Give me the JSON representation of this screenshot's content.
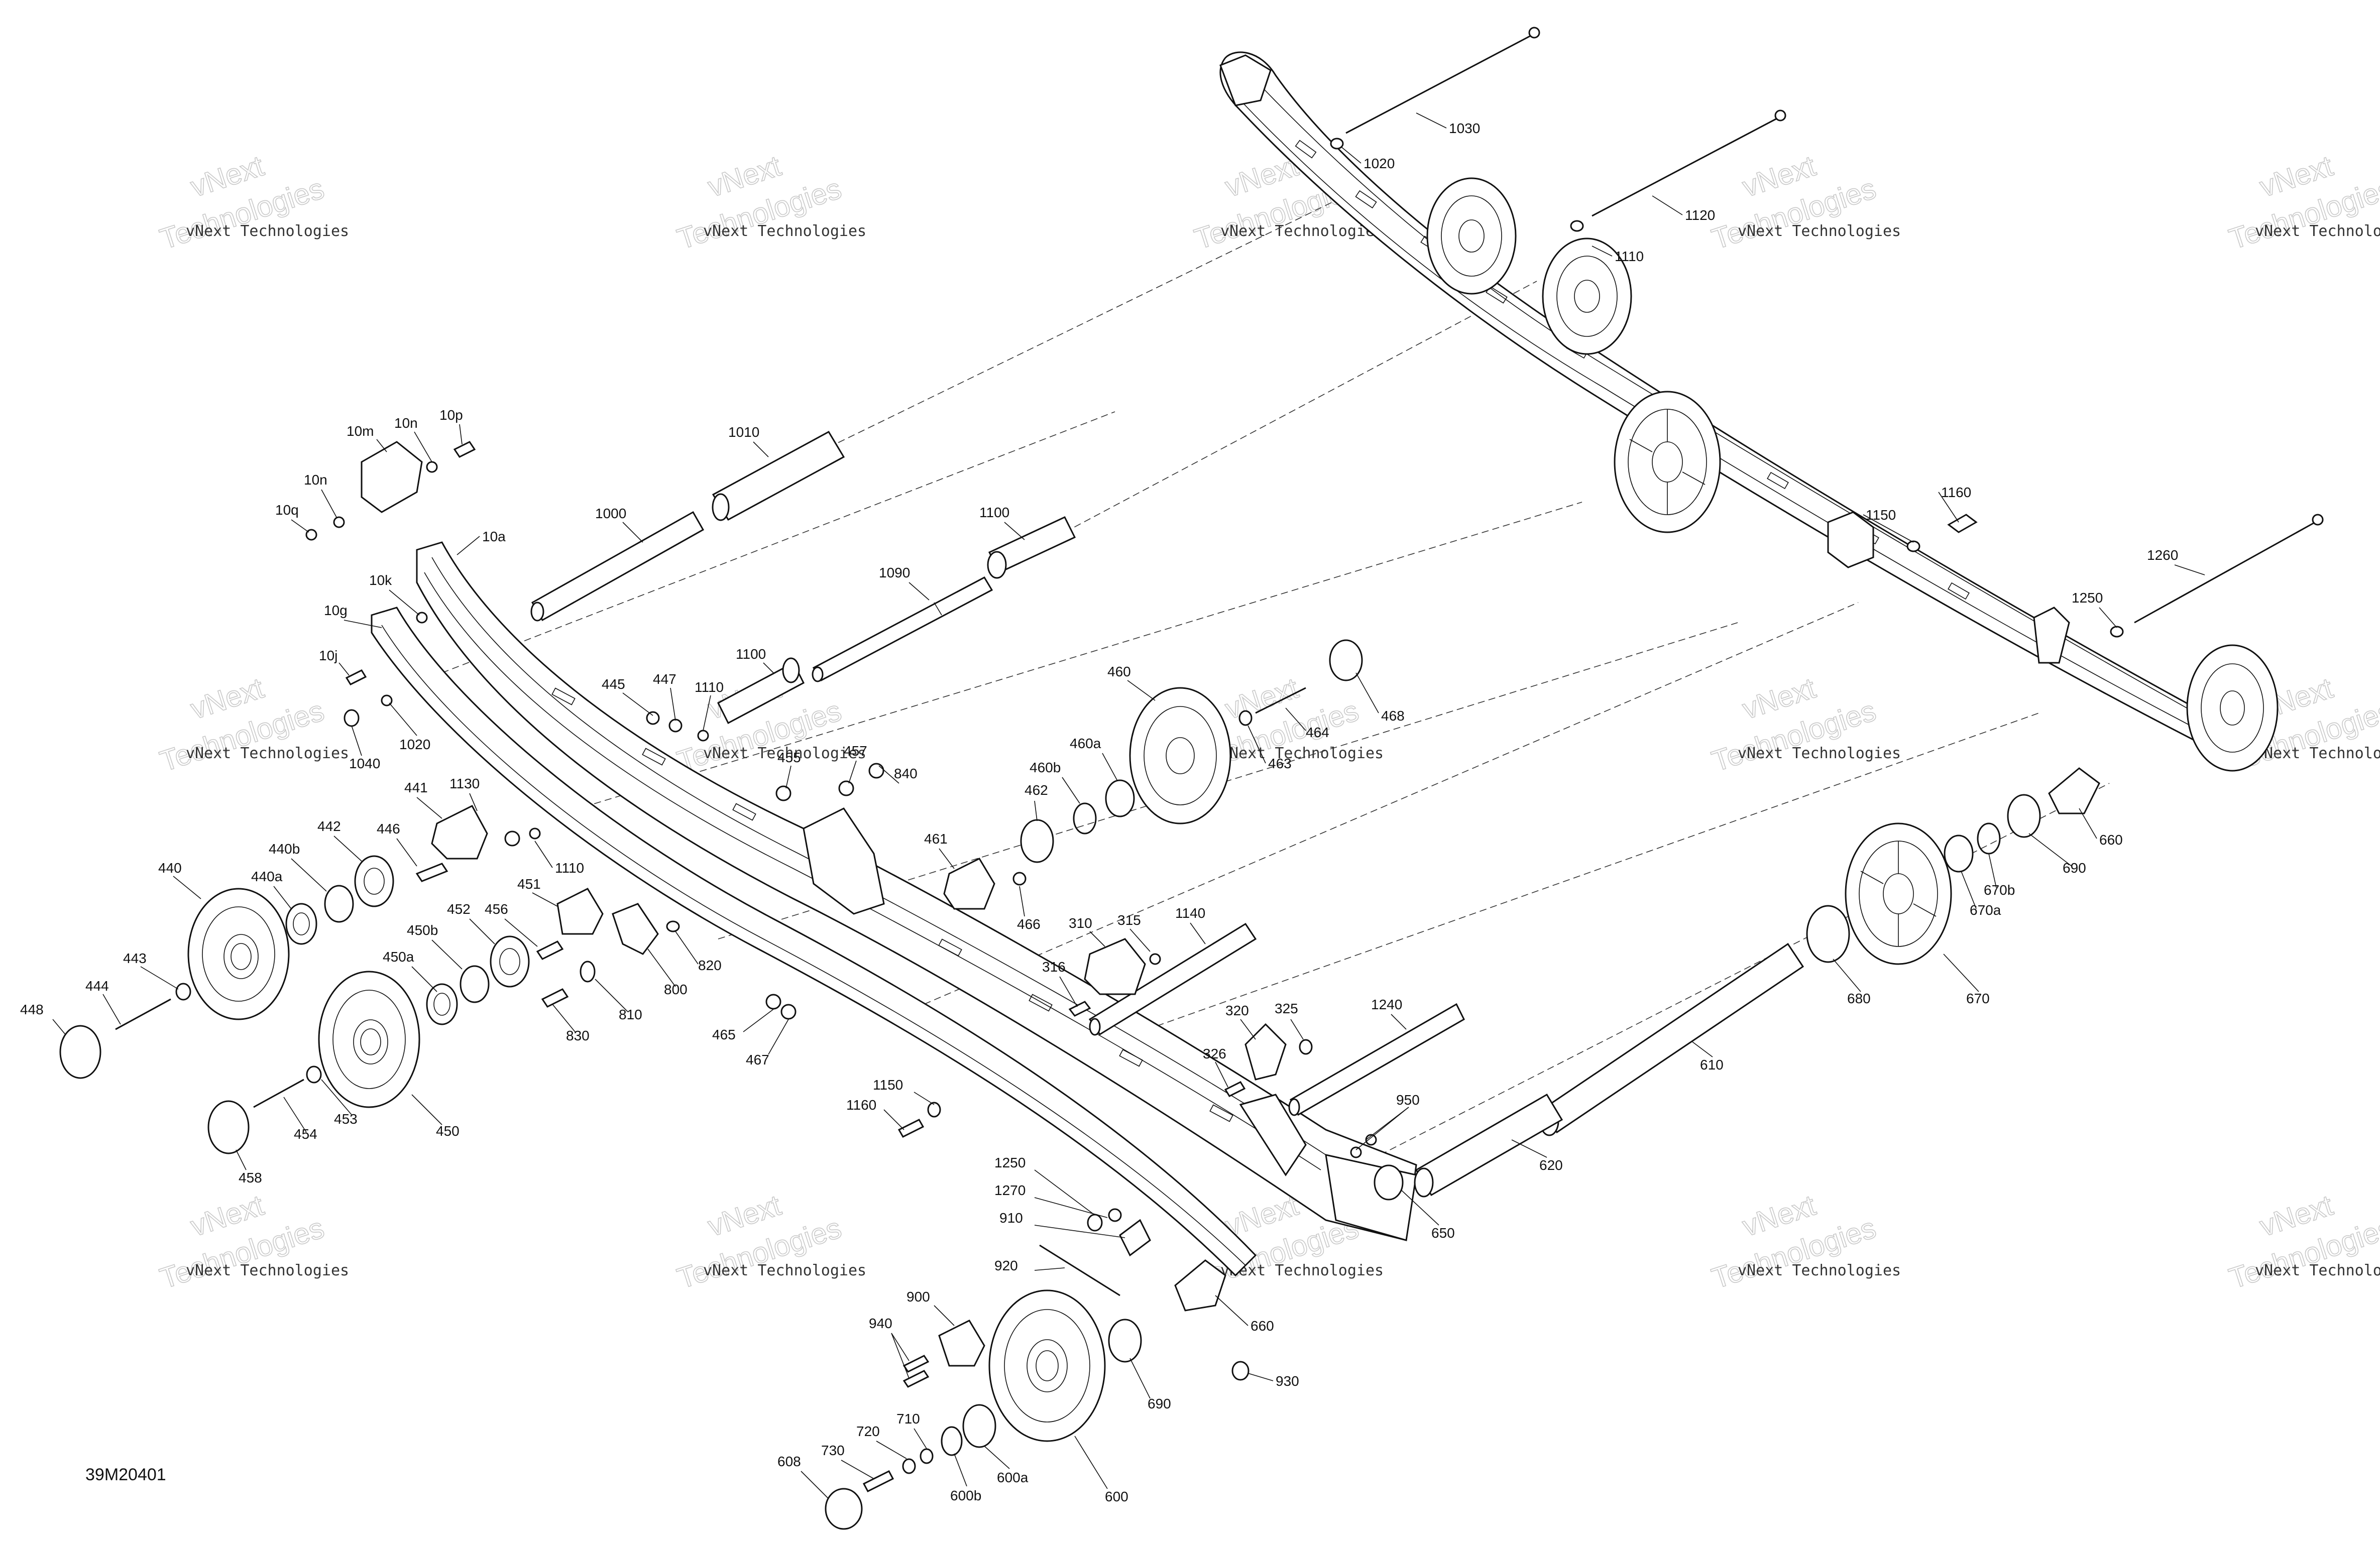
{
  "drawing": {
    "reference": "39M20401"
  },
  "watermark": {
    "small": "vNext Technologies",
    "big_line1": "vNext",
    "big_line2": "Technologies"
  },
  "labels": {
    "p1030": "1030",
    "p1020a": "1020",
    "p1120": "1120",
    "p1110a": "1110",
    "p1160a": "1160",
    "p1150a": "1150",
    "p1260": "1260",
    "p1250a": "1250",
    "p10m": "10m",
    "p10n_top": "10n",
    "p10p": "10p",
    "p10n": "10n",
    "p10q": "10q",
    "p10a": "10a",
    "p10k": "10k",
    "p10g": "10g",
    "p10j": "10j",
    "p1040": "1040",
    "p1020b": "1020",
    "p1010": "1010",
    "p1000": "1000",
    "p1100a": "1100",
    "p1090": "1090",
    "p1100b": "1100",
    "p445": "445",
    "p447": "447",
    "p1110b": "1110",
    "p455": "455",
    "p457": "457",
    "p840": "840",
    "p460": "460",
    "p460a": "460a",
    "p460b": "460b",
    "p462": "462",
    "p461": "461",
    "p466": "466",
    "p464": "464",
    "p463": "463",
    "p468": "468",
    "p441": "441",
    "p1130": "1130",
    "p1110c": "1110",
    "p440": "440",
    "p442": "442",
    "p446": "446",
    "p440b": "440b",
    "p440a": "440a",
    "p443": "443",
    "p444": "444",
    "p448": "448",
    "p451": "451",
    "p452": "452",
    "p456": "456",
    "p450b": "450b",
    "p450a": "450a",
    "p450": "450",
    "p453": "453",
    "p454": "454",
    "p458": "458",
    "p820": "820",
    "p800": "800",
    "p810": "810",
    "p830": "830",
    "p465": "465",
    "p467": "467",
    "p310": "310",
    "p315": "315",
    "p316": "316",
    "p1140": "1140",
    "p320": "320",
    "p325": "325",
    "p326": "326",
    "p1240": "1240",
    "p950": "950",
    "p650": "650",
    "p620": "620",
    "p610": "610",
    "p660a": "660",
    "p690a": "690",
    "p670b": "670b",
    "p670a": "670a",
    "p670": "670",
    "p680": "680",
    "p1150b": "1150",
    "p1160b": "1160",
    "p1250b": "1250",
    "p1270": "1270",
    "p910": "910",
    "p920": "920",
    "p660b": "660",
    "p930": "930",
    "p900": "900",
    "p940": "940",
    "p690b": "690",
    "p600": "600",
    "p600a": "600a",
    "p600b": "600b",
    "p710": "710",
    "p720": "720",
    "p730": "730",
    "p608": "608"
  }
}
